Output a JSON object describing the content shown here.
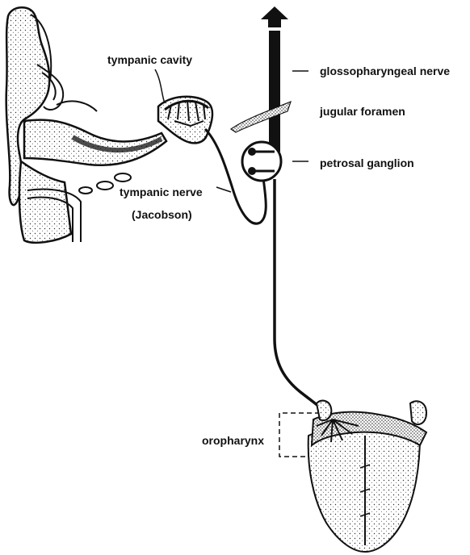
{
  "labels": {
    "tympanic_cavity": "tympanic cavity",
    "glossopharyngeal_nerve": "glossopharyngeal nerve",
    "jugular_foramen": "jugular foramen",
    "petrosal_ganglion": "petrosal ganglion",
    "tympanic_nerve": "tympanic nerve",
    "jacobson": "(Jacobson)",
    "oropharynx": "oropharynx"
  },
  "colors": {
    "ink": "#111111",
    "background": "#ffffff"
  }
}
